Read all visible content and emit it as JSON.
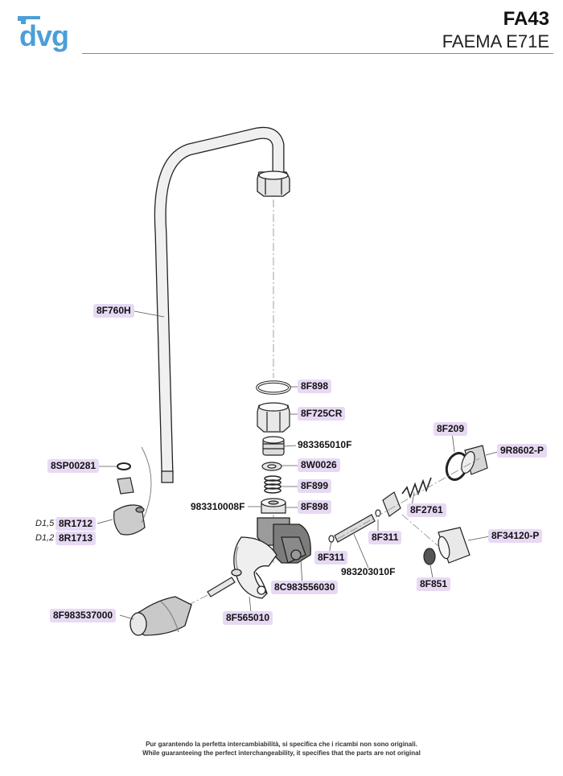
{
  "header": {
    "logo_text": "dvg",
    "code": "FA43",
    "model": "FAEMA E71E"
  },
  "parts": [
    {
      "code": "8F760H"
    },
    {
      "code": "8F898"
    },
    {
      "code": "8F725CR"
    },
    {
      "code": "983365010F"
    },
    {
      "code": "8W0026"
    },
    {
      "code": "8F899"
    },
    {
      "code": "983310008F"
    },
    {
      "code": "8F898"
    },
    {
      "code": "8SP00281"
    },
    {
      "code": "8R1712",
      "diameter": "D1,5"
    },
    {
      "code": "8R1713",
      "diameter": "D1,2"
    },
    {
      "code": "8F209"
    },
    {
      "code": "9R8602-P"
    },
    {
      "code": "8F2761"
    },
    {
      "code": "8F311"
    },
    {
      "code": "8F34120-P"
    },
    {
      "code": "8F311"
    },
    {
      "code": "983203010F"
    },
    {
      "code": "8F851"
    },
    {
      "code": "8C983556030"
    },
    {
      "code": "8F565010"
    },
    {
      "code": "8F983537000"
    }
  ],
  "footer": {
    "line_it": "Pur garantendo la perfetta intercambiabilità, si specifica che i ricambi non sono originali.",
    "line_en": "While guaranteeing the perfect interchangeability, it specifies that the parts are not original"
  },
  "colors": {
    "brand": "#4a9fd9",
    "label_highlight": "#e7d9f4",
    "part_fill": "#efefef",
    "part_shade": "#bbbbbb",
    "outline": "#222222"
  }
}
